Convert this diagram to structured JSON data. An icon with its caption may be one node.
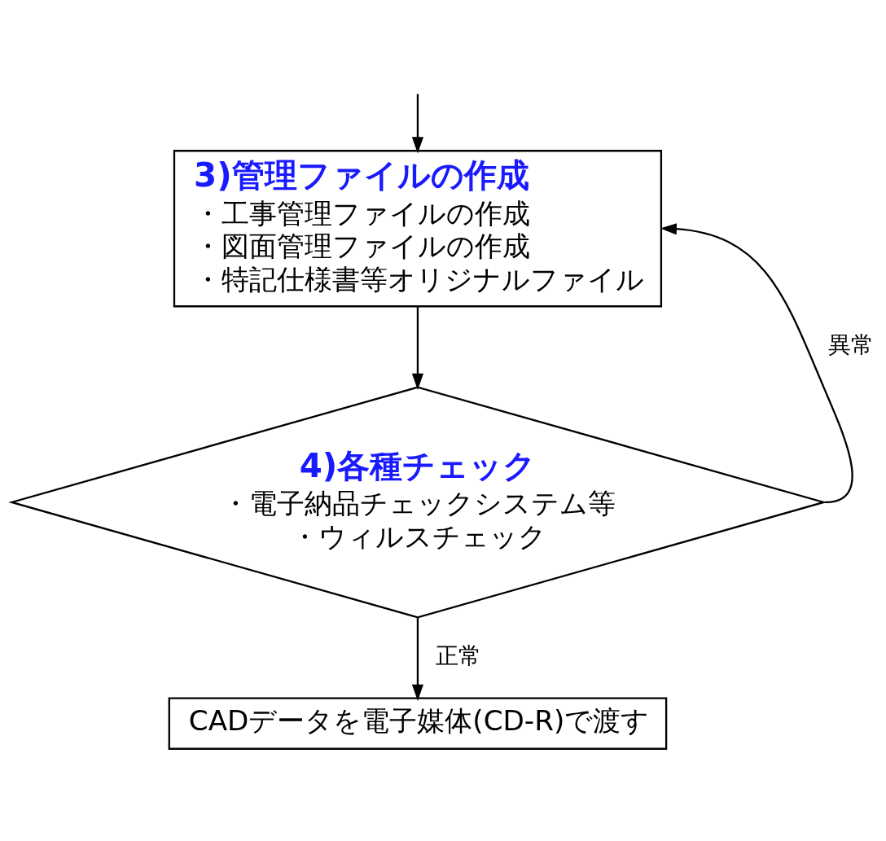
{
  "diagram": {
    "nodes": [
      {
        "text": [
          "3)管理ファイルの作成",
          "・工事管理ファイルの作成",
          "・図面管理ファイルの作成",
          "・特記仕様書等オリジナルファイル"
        ]
      },
      {
        "text": [
          "4)各種チェック",
          "・電子納品チェックシステム等",
          "・ウィルスチェック"
        ]
      },
      {
        "text": [
          "CADデータを電子媒体(CD-R)で渡す"
        ]
      }
    ],
    "edges": [
      {
        "from": null,
        "to": 0,
        "arrow": "to"
      },
      {
        "from": 0,
        "to": 1,
        "arrow": "to"
      },
      {
        "from": 1,
        "to": 2,
        "arrow": "to",
        "label": "正常"
      },
      {
        "from": 1,
        "to": 0,
        "arrow": "to",
        "label": "異常"
      }
    ]
  }
}
